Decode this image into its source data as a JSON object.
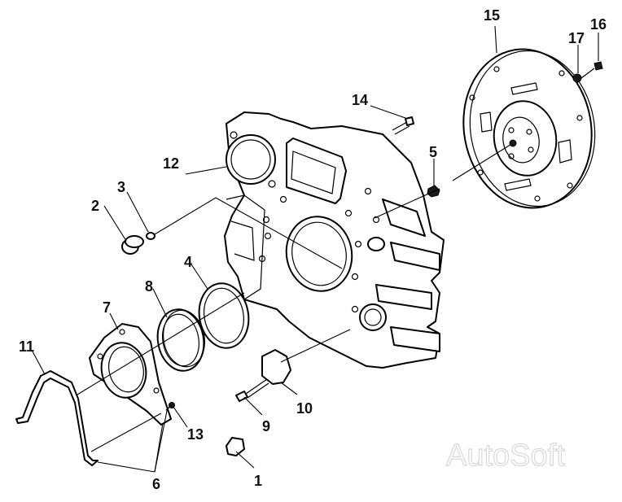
{
  "callouts": {
    "c1": "1",
    "c2": "2",
    "c3": "3",
    "c4": "4",
    "c5": "5",
    "c6": "6",
    "c7": "7",
    "c8": "8",
    "c9": "9",
    "c10": "10",
    "c11": "11",
    "c12": "12",
    "c13": "13",
    "c14": "14",
    "c15": "15",
    "c16": "16",
    "c17": "17"
  },
  "watermark": "AutoSoft"
}
